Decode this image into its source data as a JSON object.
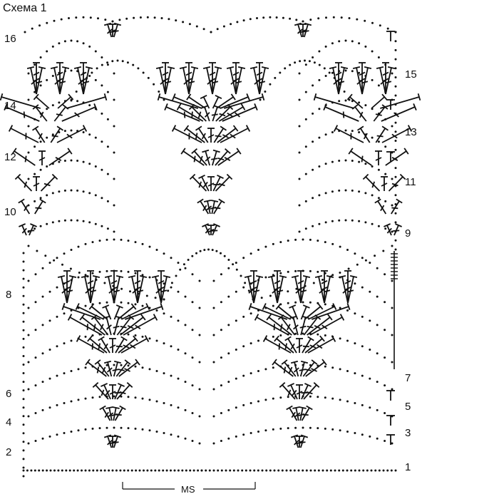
{
  "title": "Схема 1",
  "repeat_label": "MS",
  "rows_left": [
    "16",
    "14",
    "12",
    "10",
    "8",
    "6",
    "4",
    "2"
  ],
  "rows_right": [
    "15",
    "13",
    "11",
    "9",
    "7",
    "5",
    "3",
    "1"
  ],
  "colors": {
    "ink": "#111111",
    "background": "#ffffff"
  }
}
